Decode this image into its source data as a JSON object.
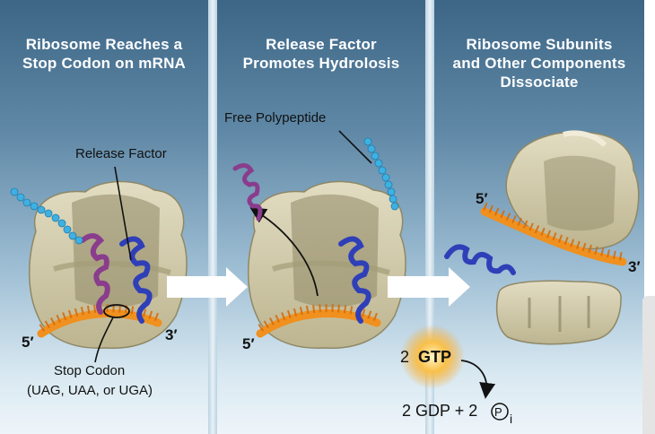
{
  "panels": [
    {
      "title_lines": [
        "Ribosome Reaches a",
        "Stop Codon on mRNA"
      ]
    },
    {
      "title_lines": [
        "Release Factor",
        "Promotes Hydrolosis"
      ]
    },
    {
      "title_lines": [
        "Ribosome Subunits",
        "and Other Components",
        "Dissociate"
      ]
    }
  ],
  "labels": {
    "release_factor": "Release Factor",
    "stop_codon": "Stop Codon",
    "stop_codon_detail": "(UAG, UAA, or UGA)",
    "free_polypeptide": "Free Polypeptide",
    "five_prime": "5′",
    "three_prime": "3′"
  },
  "energy": {
    "gtp_count": "2",
    "gtp": "GTP",
    "products_prefix": "2 GDP + 2",
    "phosphate_symbol": "P",
    "phosphate_subscript": "i"
  },
  "colors": {
    "background_top": "#3d6686",
    "background_bottom": "#eef5fa",
    "ribosome": "#cfc7a6",
    "ribosome_shadow": "#8f8866",
    "mrna": "#f0901e",
    "release_factor_purple": "#8a3d8c",
    "trna_blue": "#2f3fb8",
    "polypeptide": "#3fb0e2",
    "arrow": "#ffffff",
    "gtp_glow": "#f6a42a"
  }
}
